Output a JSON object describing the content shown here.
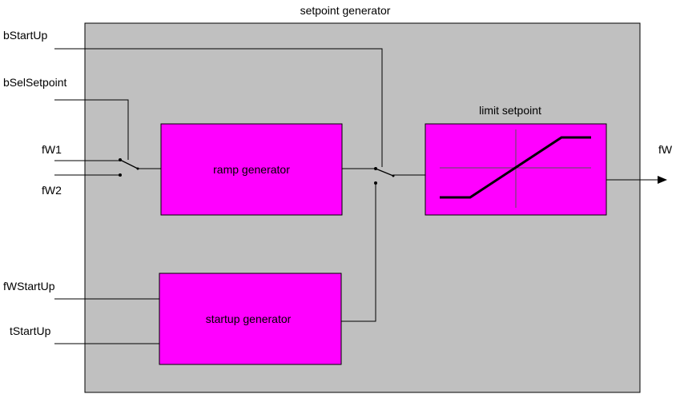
{
  "title": "setpoint generator",
  "colors": {
    "outer_fill": "#c0c0c0",
    "block_fill": "#ff00ff",
    "line": "#000000",
    "page_background": "#ffffff"
  },
  "inputs": {
    "bStartUp": "bStartUp",
    "bSelSetpoint": "bSelSetpoint",
    "fW1": "fW1",
    "fW2": "fW2",
    "fWStartUp": "fWStartUp",
    "tStartUp": "tStartUp"
  },
  "output": "fW",
  "blocks": {
    "ramp_generator": "ramp generator",
    "startup_generator": "startup generator",
    "limit_setpoint": "limit setpoint"
  }
}
